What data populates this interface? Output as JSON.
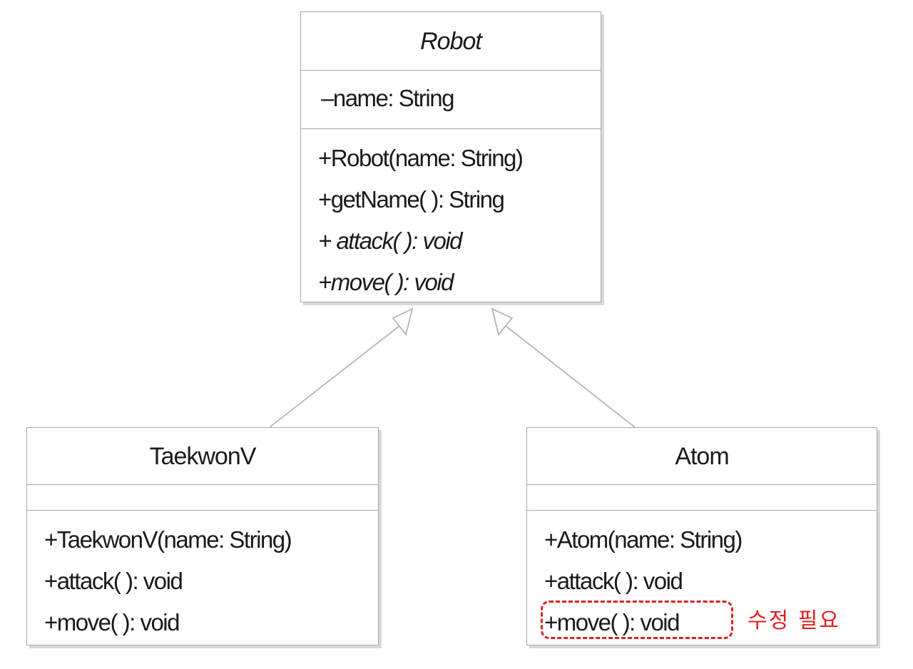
{
  "classes": {
    "robot": {
      "name": "Robot",
      "attributes": [
        "–name: String"
      ],
      "operations": [
        "+Robot(name: String)",
        "+getName( ): String",
        "+ attack( ): void",
        "+move( ): void"
      ]
    },
    "taekwonv": {
      "name": "TaekwonV",
      "attributes": [],
      "operations": [
        "+TaekwonV(name: String)",
        "+attack( ): void",
        "+move( ): void"
      ]
    },
    "atom": {
      "name": "Atom",
      "attributes": [],
      "operations": [
        "+Atom(name: String)",
        "+attack( ): void",
        "+move( ): void"
      ]
    }
  },
  "relations": [
    {
      "type": "generalization",
      "from": "TaekwonV",
      "to": "Robot"
    },
    {
      "type": "generalization",
      "from": "Atom",
      "to": "Robot"
    }
  ],
  "annotation": {
    "target": "Atom.move",
    "text": "수정 필요",
    "color": "#e0201e"
  },
  "colors": {
    "border": "#a9a9a9",
    "shadow": "#d9d9d9",
    "highlight": "#e0201e"
  }
}
